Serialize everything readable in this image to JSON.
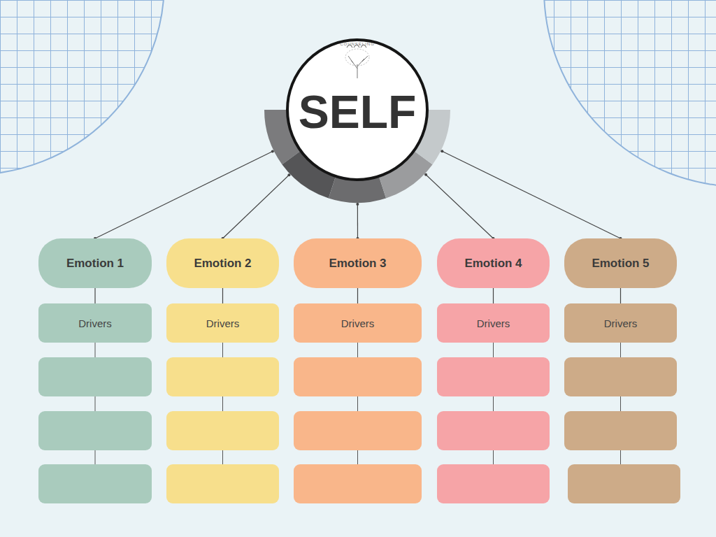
{
  "diagram": {
    "nodes": [
      {
        "text": [
          "SELF"
        ]
      },
      {
        "text": [
          "Emotion 1"
        ]
      },
      {
        "text": [
          "Emotion 2"
        ]
      },
      {
        "text": [
          "Emotion 3"
        ]
      },
      {
        "text": [
          "Emotion 4"
        ]
      },
      {
        "text": [
          "Emotion 5"
        ]
      },
      {
        "text": [
          "Drivers"
        ]
      },
      {
        "text": [
          "Drivers"
        ]
      },
      {
        "text": [
          "Drivers"
        ]
      },
      {
        "text": [
          "Drivers"
        ]
      },
      {
        "text": [
          "Drivers"
        ]
      }
    ],
    "edges": [
      {
        "from": 0,
        "to": 1,
        "arrow": "none"
      },
      {
        "from": 0,
        "to": 2,
        "arrow": "none"
      },
      {
        "from": 0,
        "to": 3,
        "arrow": "none"
      },
      {
        "from": 0,
        "to": 4,
        "arrow": "none"
      },
      {
        "from": 0,
        "to": 5,
        "arrow": "none"
      },
      {
        "from": 1,
        "to": 6,
        "arrow": "none"
      },
      {
        "from": 2,
        "to": 7,
        "arrow": "none"
      },
      {
        "from": 3,
        "to": 8,
        "arrow": "none"
      },
      {
        "from": 4,
        "to": 9,
        "arrow": "none"
      },
      {
        "from": 5,
        "to": 10,
        "arrow": "none"
      }
    ],
    "labels": [
      "COUNSELING"
    ]
  }
}
